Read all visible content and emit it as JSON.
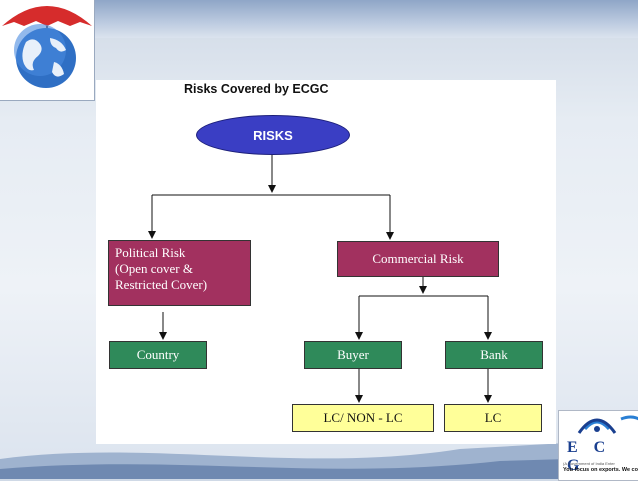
{
  "slide": {
    "title": "Risks Covered by ECGC"
  },
  "diagram": {
    "root": "RISKS",
    "political": {
      "lines": [
        "Political Risk",
        "(Open cover &",
        "Restricted Cover)"
      ]
    },
    "commercial": "Commercial Risk",
    "country": "Country",
    "buyer": "Buyer",
    "bank": "Bank",
    "lc_non_lc": "LC/ NON - LC",
    "lc": "LC"
  },
  "ecgc_logo": {
    "letters": "E C G",
    "subtitle": "(A Government of India Enter",
    "tagline": "You focus on exports. We co"
  },
  "colors": {
    "root": "#3a3ec4",
    "level1": "#a2315f",
    "level2": "#2f8a5a",
    "level3": "#ffff99"
  }
}
